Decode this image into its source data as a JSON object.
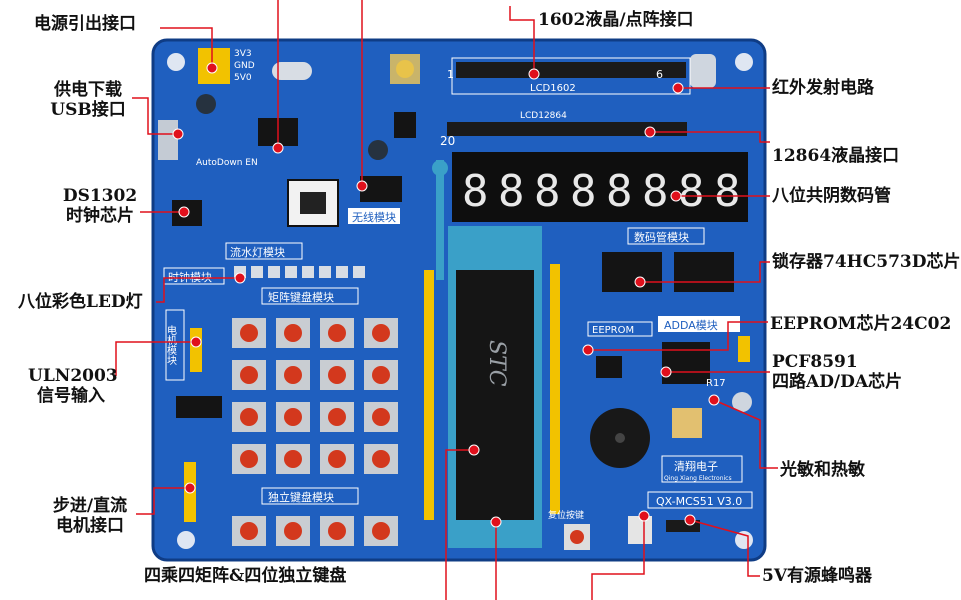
{
  "labels": {
    "power_out": "电源引出接口",
    "usb_line1": "供电下载",
    "usb_line2": "USB接口",
    "ds1302_line1": "DS1302",
    "ds1302_line2": "时钟芯片",
    "led": "八位彩色LED灯",
    "uln_line1": "ULN2003",
    "uln_line2": "信号输入",
    "motor_line1": "步进/直流",
    "motor_line2": "电机接口",
    "keyboard": "四乘四矩阵&四位独立键盘",
    "lcd1602": "1602液晶/点阵接口",
    "ir": "红外发射电路",
    "lcd12864": "12864液晶接口",
    "seg": "八位共阴数码管",
    "latch": "锁存器74HC573D芯片",
    "eeprom": "EEPROM芯片24C02",
    "pcf_line1": "PCF8591",
    "pcf_line2": "四路AD/DA芯片",
    "light": "光敏和热敏",
    "buzzer": "5V有源蜂鸣器"
  },
  "board": {
    "vcc": "3V3",
    "gnd": "GND",
    "v5": "5V0",
    "lcd1602_silk": "LCD1602",
    "lcd12864_silk": "LCD12864",
    "pin20": "20",
    "pin1": "1",
    "pin6": "6",
    "autodown": "AutoDown EN",
    "wireless": "无线模块",
    "flow_led": "流水灯模块",
    "clock": "时钟模块",
    "matrix": "矩阵键盘模块",
    "motor_block": "电机模块",
    "independent": "独立键盘模块",
    "seg_block": "数码管模块",
    "eeprom_block": "EEPROM",
    "adda": "ADDA模块",
    "brand": "清翔电子",
    "brand_en": "Qing Xiang Electronics",
    "model": "QX-MCS51 V3.0",
    "chip": "STC",
    "digits": [
      "8",
      "8",
      "8",
      "8",
      "8",
      "8",
      "8",
      "8"
    ],
    "reset": "复位按键",
    "r17": "R17"
  },
  "colors": {
    "pcb": "#1f5fbf",
    "pcb_dark": "#17479a",
    "marker": "#e0101c",
    "header_yellow": "#f2c200",
    "socket": "#3aa0c8"
  }
}
